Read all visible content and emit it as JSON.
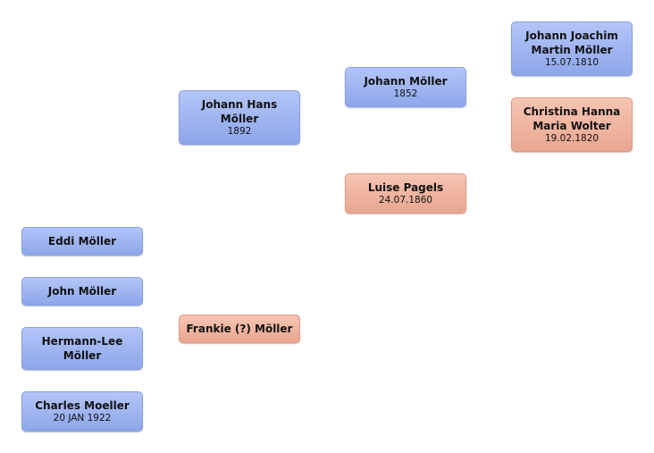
{
  "people": {
    "johann_joachim": {
      "name": "Johann Joachim Martin Möller",
      "date": "15.07.1810",
      "sex": "male"
    },
    "christina": {
      "name": "Christina Hanna Maria Wolter",
      "date": "19.02.1820",
      "sex": "female"
    },
    "johann_moller": {
      "name": "Johann Möller",
      "date": "1852",
      "sex": "male"
    },
    "luise": {
      "name": "Luise Pagels",
      "date": "24.07.1860",
      "sex": "female"
    },
    "johann_hans": {
      "name": "Johann Hans Möller",
      "date": "1892",
      "sex": "male"
    },
    "frankie": {
      "name": "Frankie (?) Möller",
      "date": "",
      "sex": "female"
    },
    "eddi": {
      "name": "Eddi Möller",
      "date": "",
      "sex": "male"
    },
    "john": {
      "name": "John Möller",
      "date": "",
      "sex": "male"
    },
    "hermann": {
      "name": "Hermann-Lee Möller",
      "date": "",
      "sex": "male"
    },
    "charles": {
      "name": "Charles Moeller",
      "date": "20 JAN 1922",
      "sex": "male"
    }
  },
  "colors": {
    "male_box": "#9fb4f0",
    "female_box": "#efb49f"
  }
}
